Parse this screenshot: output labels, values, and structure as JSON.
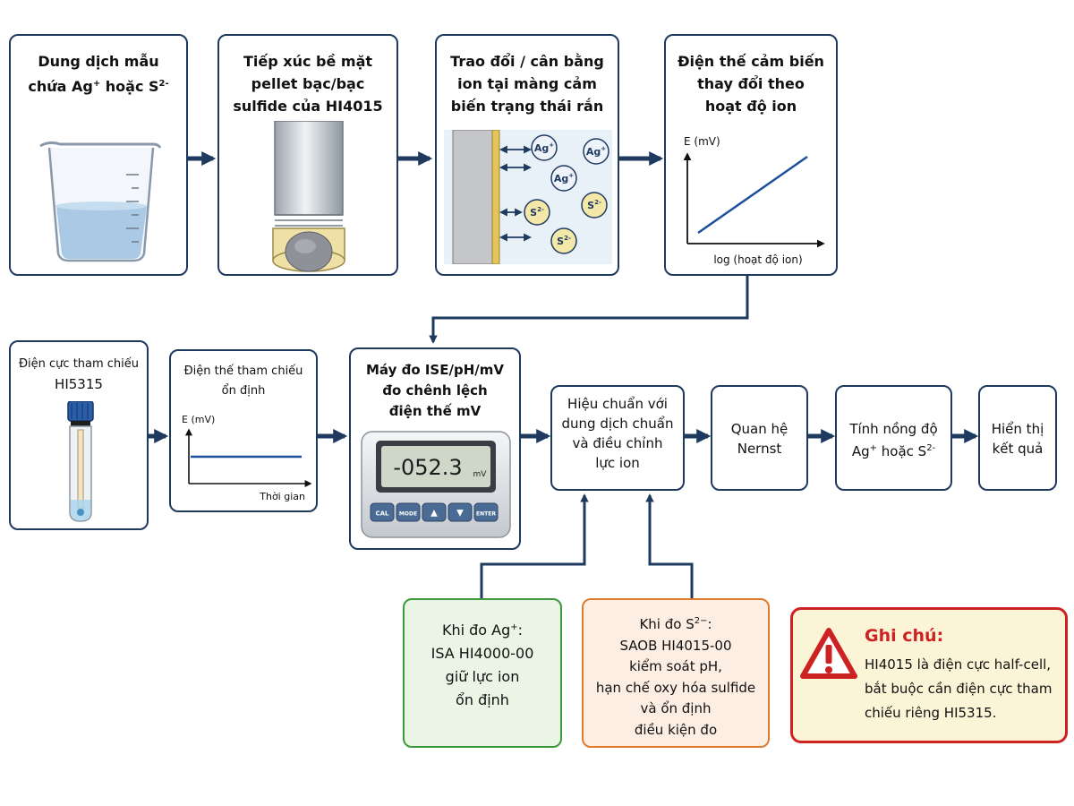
{
  "step1": {
    "line1": "Dung dịch mẫu",
    "line2a": "chứa Ag",
    "sup1": "+",
    "line2b": " hoặc S",
    "sup2": "2-"
  },
  "step2": {
    "line1": "Tiếp xúc bề mặt",
    "line2": "pellet bạc/bạc",
    "line3": "sulfide của HI4015"
  },
  "step3": {
    "line1": "Trao đổi / cân bằng",
    "line2": "ion tại màng cảm",
    "line3": "biến trạng thái rắn",
    "ions": [
      "Ag+",
      "Ag+",
      "Ag+",
      "S2-",
      "S2-",
      "S2-"
    ]
  },
  "step4": {
    "line1": "Điện thế cảm biến",
    "line2": "thay đổi theo",
    "line3": "hoạt độ ion",
    "ylabel": "E (mV)",
    "xlabel": "log (hoạt độ ion)"
  },
  "ref_electrode": {
    "line1": "Điện cực tham chiếu",
    "line2": "HI5315"
  },
  "ref_potential": {
    "line1": "Điện thế tham chiếu",
    "line2": "ổn định",
    "ylabel": "E (mV)",
    "xlabel": "Thời gian"
  },
  "meter": {
    "line1": "Máy đo ISE/pH/mV",
    "line2": "đo chênh lệch",
    "line3": "điện thế mV",
    "reading": "-052.3",
    "unit": "mV",
    "buttons": [
      "CAL",
      "MODE",
      "▲",
      "▼",
      "ENTER"
    ]
  },
  "calibration": {
    "line1": "Hiệu chuẩn với",
    "line2": "dung dịch chuẩn",
    "line3": "và điều chỉnh",
    "line4": "lực ion"
  },
  "nernst": {
    "line1": "Quan hệ",
    "line2": "Nernst"
  },
  "concentration": {
    "line1": "Tính nồng độ",
    "line2a": "Ag",
    "sup1": "+",
    "line2b": " hoặc S",
    "sup2": "2-"
  },
  "result": {
    "line1": "Hiển thị",
    "line2": "kết quả"
  },
  "ag_note": {
    "line1a": "Khi đo Ag",
    "sup1": "+",
    "line1b": ":",
    "line2": "ISA HI4000-00",
    "line3": "giữ lực ion",
    "line4": "ổn định"
  },
  "s_note": {
    "line1a": "Khi đo S",
    "sup1": "2−",
    "line1b": ":",
    "line2": "SAOB HI4015-00",
    "line3": "kiểm soát pH,",
    "line4": "hạn chế oxy hóa sulfide",
    "line5": "và ổn định",
    "line6": "điều kiện đo"
  },
  "warning": {
    "title": "Ghi chú:",
    "line1": "HI4015 là điện cực half-cell,",
    "line2": "bắt buộc cần điện cực tham",
    "line3": "chiếu riêng HI5315."
  },
  "colors": {
    "navy": "#1f3a5f",
    "green": "#3c9a3c",
    "orange": "#e07b2e",
    "red": "#cc2222"
  }
}
